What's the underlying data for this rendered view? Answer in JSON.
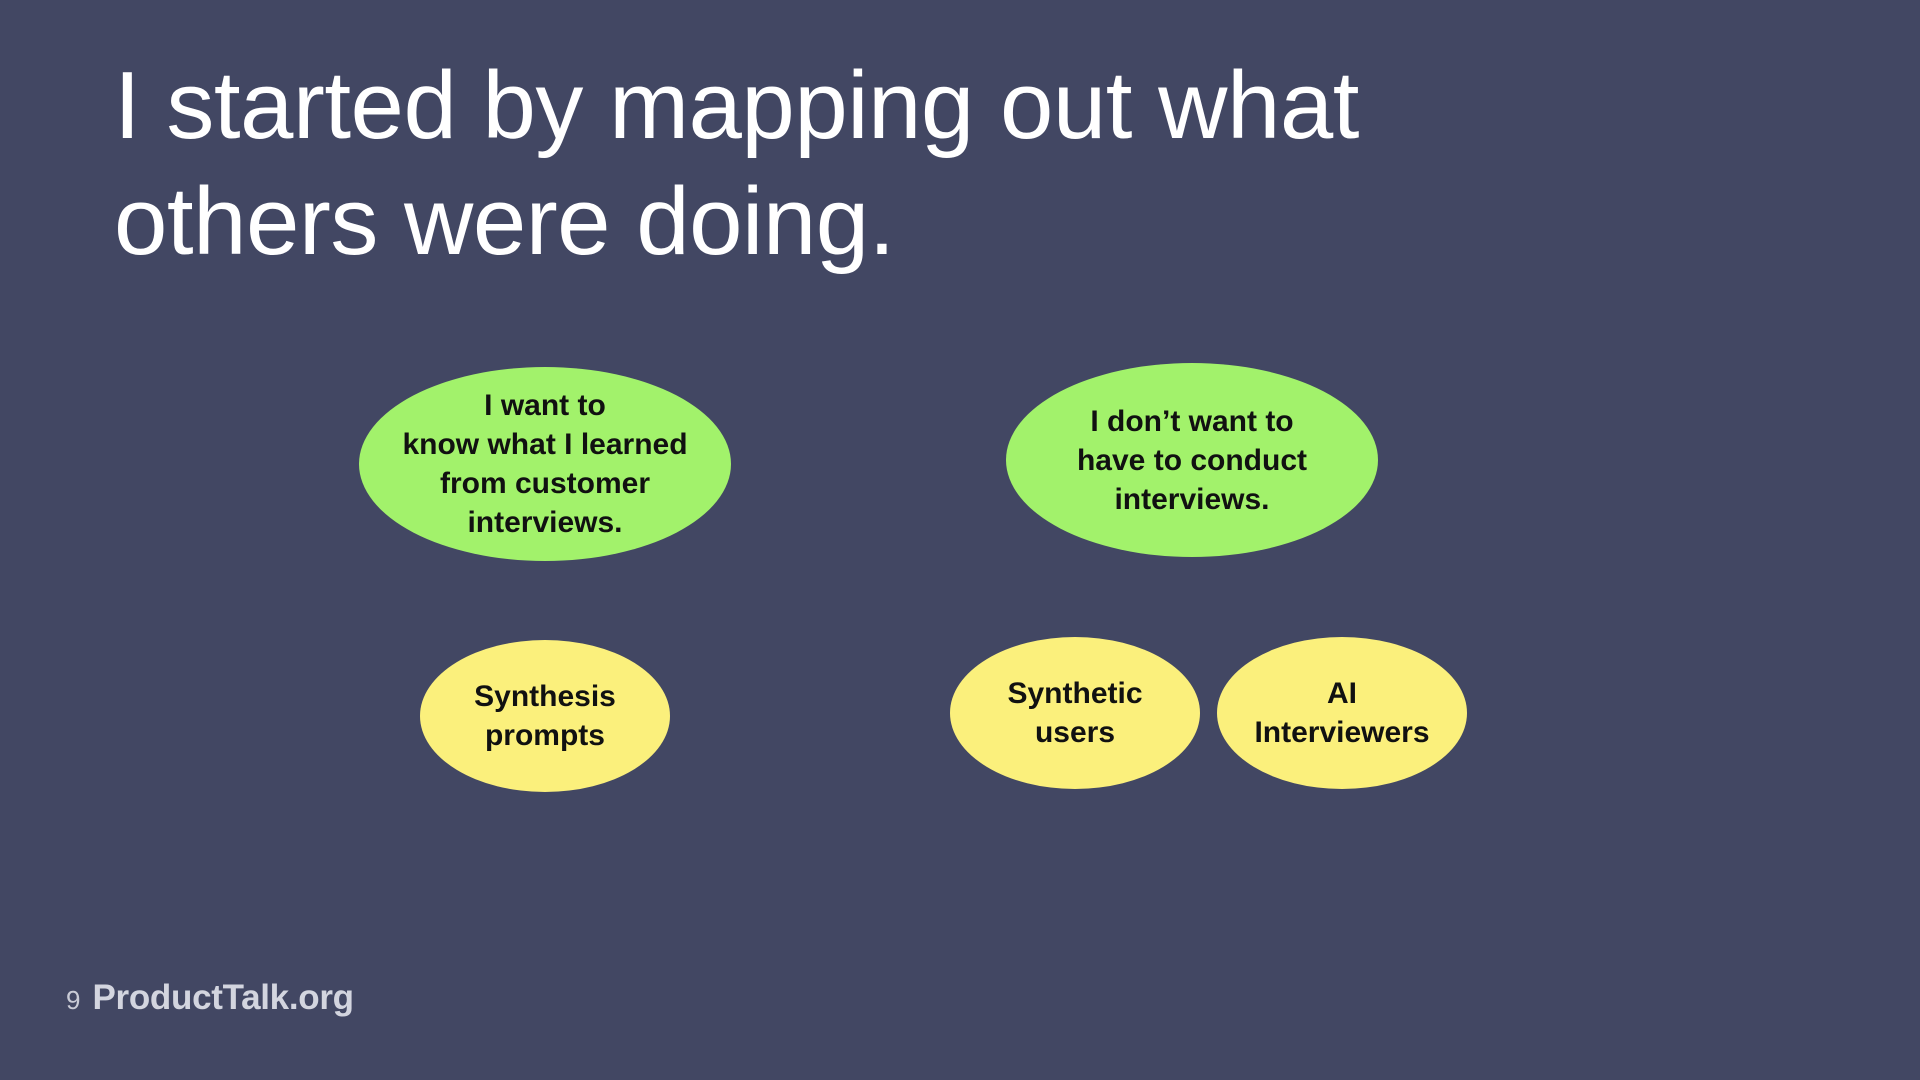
{
  "slide": {
    "title": "I started by mapping out what others were doing.",
    "page_number": "9",
    "brand": "ProductTalk.org"
  },
  "diagram": {
    "needs": [
      {
        "text": "I want to\nknow what I learned\nfrom customer\ninterviews."
      },
      {
        "text": "I don’t want to\nhave to conduct\ninterviews."
      }
    ],
    "solutions": [
      {
        "text": "Synthesis\nprompts"
      },
      {
        "text": "Synthetic\nusers"
      },
      {
        "text": "AI\nInterviewers"
      }
    ]
  },
  "colors": {
    "background": "#424763",
    "need_oval": "#a2f26b",
    "solution_oval": "#fbf07c",
    "text_light": "#ffffff",
    "text_dark": "#111111"
  }
}
